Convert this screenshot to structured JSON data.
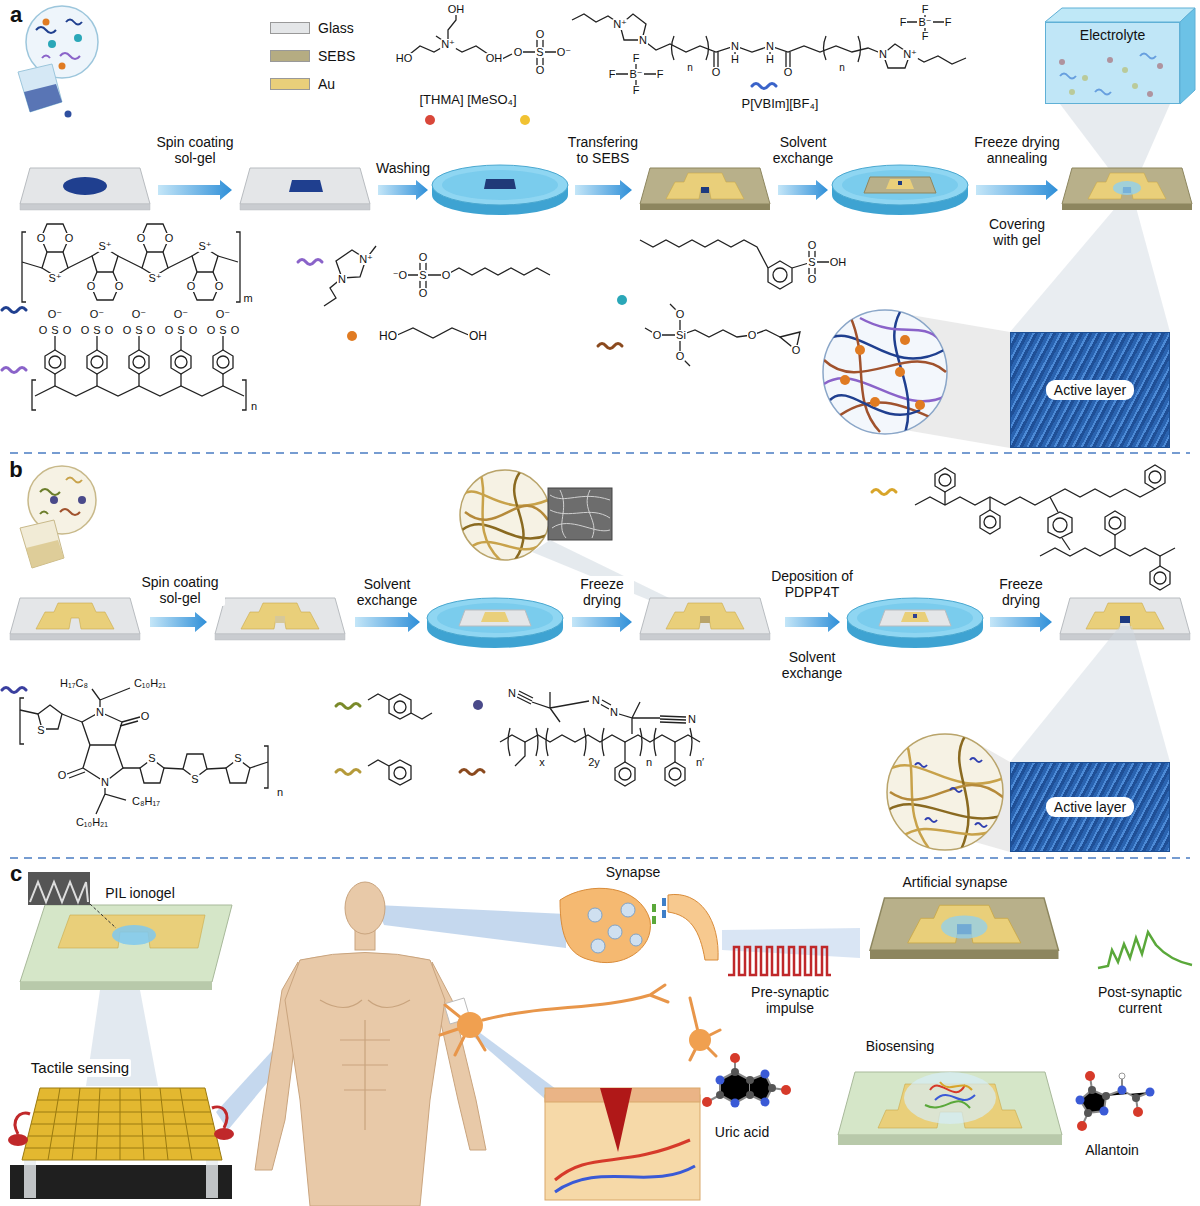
{
  "diagram": {
    "nodes": [
      {
        "text": [
          "Electrolyte"
        ]
      },
      {
        "text": [
          "Active layer"
        ]
      },
      {
        "text": [
          "Active layer"
        ]
      }
    ],
    "labels": [
      "a",
      "[THMA] [MeSO₄]",
      "P[VBIm][BF₄]",
      "OH",
      "HO",
      "N⁺",
      "OH",
      "O",
      "S",
      "O",
      "O",
      "O⁻",
      "N⁺",
      "N",
      "F",
      "F",
      "B⁻",
      "F",
      "F",
      "n",
      "O",
      "N",
      "H",
      "N",
      "H",
      "O",
      "n",
      "F",
      "F",
      "B⁻",
      "F",
      "F",
      "N",
      "N⁺",
      "Spin coating sol-gel",
      "Washing",
      "Transfering to SEBS",
      "Solvent exchange",
      "Freeze drying annealing",
      "Covering with gel",
      "O",
      "O",
      "S⁺",
      "S⁺",
      "O",
      "O",
      "O",
      "O",
      "S⁺",
      "S⁺",
      "O",
      "O",
      "m",
      "O⁻",
      "O",
      "S",
      "O",
      "O⁻",
      "O",
      "S",
      "O",
      "O⁻",
      "O",
      "S",
      "O",
      "O⁻",
      "O",
      "S",
      "O",
      "O⁻",
      "O",
      "S",
      "O",
      "n",
      "N⁺",
      "N",
      "⁻O",
      "O",
      "S",
      "O",
      "O",
      "HO",
      "OH",
      "S",
      "O",
      "O",
      "OH",
      "O",
      "O",
      "Si",
      "O",
      "O",
      "O",
      "b",
      "Spin coating sol-gel",
      "Solvent exchange",
      "Freeze drying",
      "Deposition of PDPP4T",
      "Solvent exchange",
      "Freeze drying",
      "H₁₇C₈",
      "C₁₀H₂₁",
      "N",
      "O",
      "S",
      "S",
      "O",
      "N",
      "S",
      "S",
      "C₈H₁₇",
      "C₁₀H₂₁",
      "n",
      "N",
      "N",
      "N",
      "N",
      "x",
      "2y",
      "n",
      "n′",
      "c",
      "PIL ionogel",
      "Tactile sensing",
      "Synapse",
      "Artificial synapse",
      "Pre-synaptic impulse",
      "Post-synaptic current",
      "Uric acid",
      "Biosensing",
      "Allantoin"
    ],
    "legend": [
      {
        "text": "Glass",
        "color": "#e4e6e8"
      },
      {
        "text": "SEBS",
        "color": "#b5ac82"
      },
      {
        "text": "Au",
        "color": "#e9cf7a"
      }
    ]
  }
}
